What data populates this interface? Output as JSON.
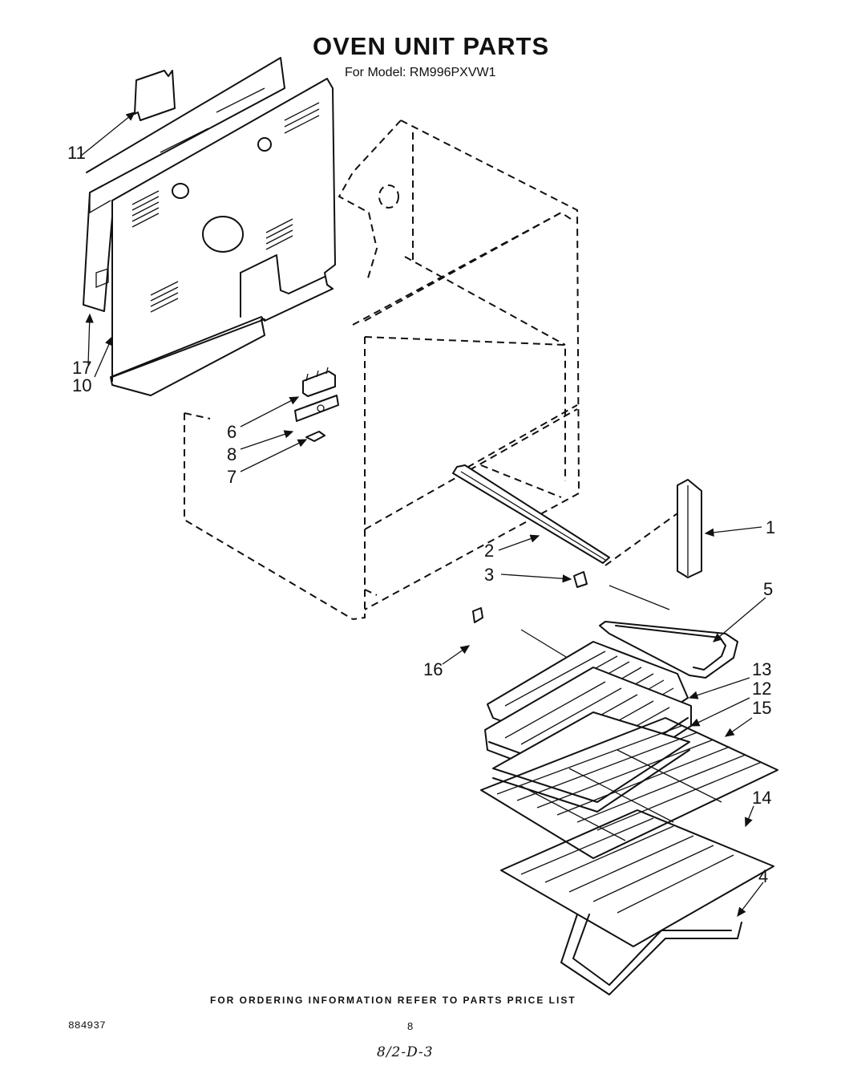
{
  "header": {
    "title": "OVEN UNIT PARTS",
    "subtitle": "For Model: RM996PXVW1"
  },
  "callouts": [
    {
      "id": "c1",
      "label": "1"
    },
    {
      "id": "c2",
      "label": "2"
    },
    {
      "id": "c3",
      "label": "3"
    },
    {
      "id": "c4",
      "label": "4"
    },
    {
      "id": "c5",
      "label": "5"
    },
    {
      "id": "c6",
      "label": "6"
    },
    {
      "id": "c7",
      "label": "7"
    },
    {
      "id": "c8",
      "label": "8"
    },
    {
      "id": "c10",
      "label": "10"
    },
    {
      "id": "c11",
      "label": "11"
    },
    {
      "id": "c12",
      "label": "12"
    },
    {
      "id": "c13",
      "label": "13"
    },
    {
      "id": "c14",
      "label": "14"
    },
    {
      "id": "c15",
      "label": "15"
    },
    {
      "id": "c16",
      "label": "16"
    },
    {
      "id": "c17",
      "label": "17"
    }
  ],
  "footer": {
    "note": "FOR ORDERING INFORMATION REFER TO PARTS PRICE LIST",
    "doc_number": "884937",
    "page_number": "8",
    "handwritten": "8/2-D-3"
  }
}
